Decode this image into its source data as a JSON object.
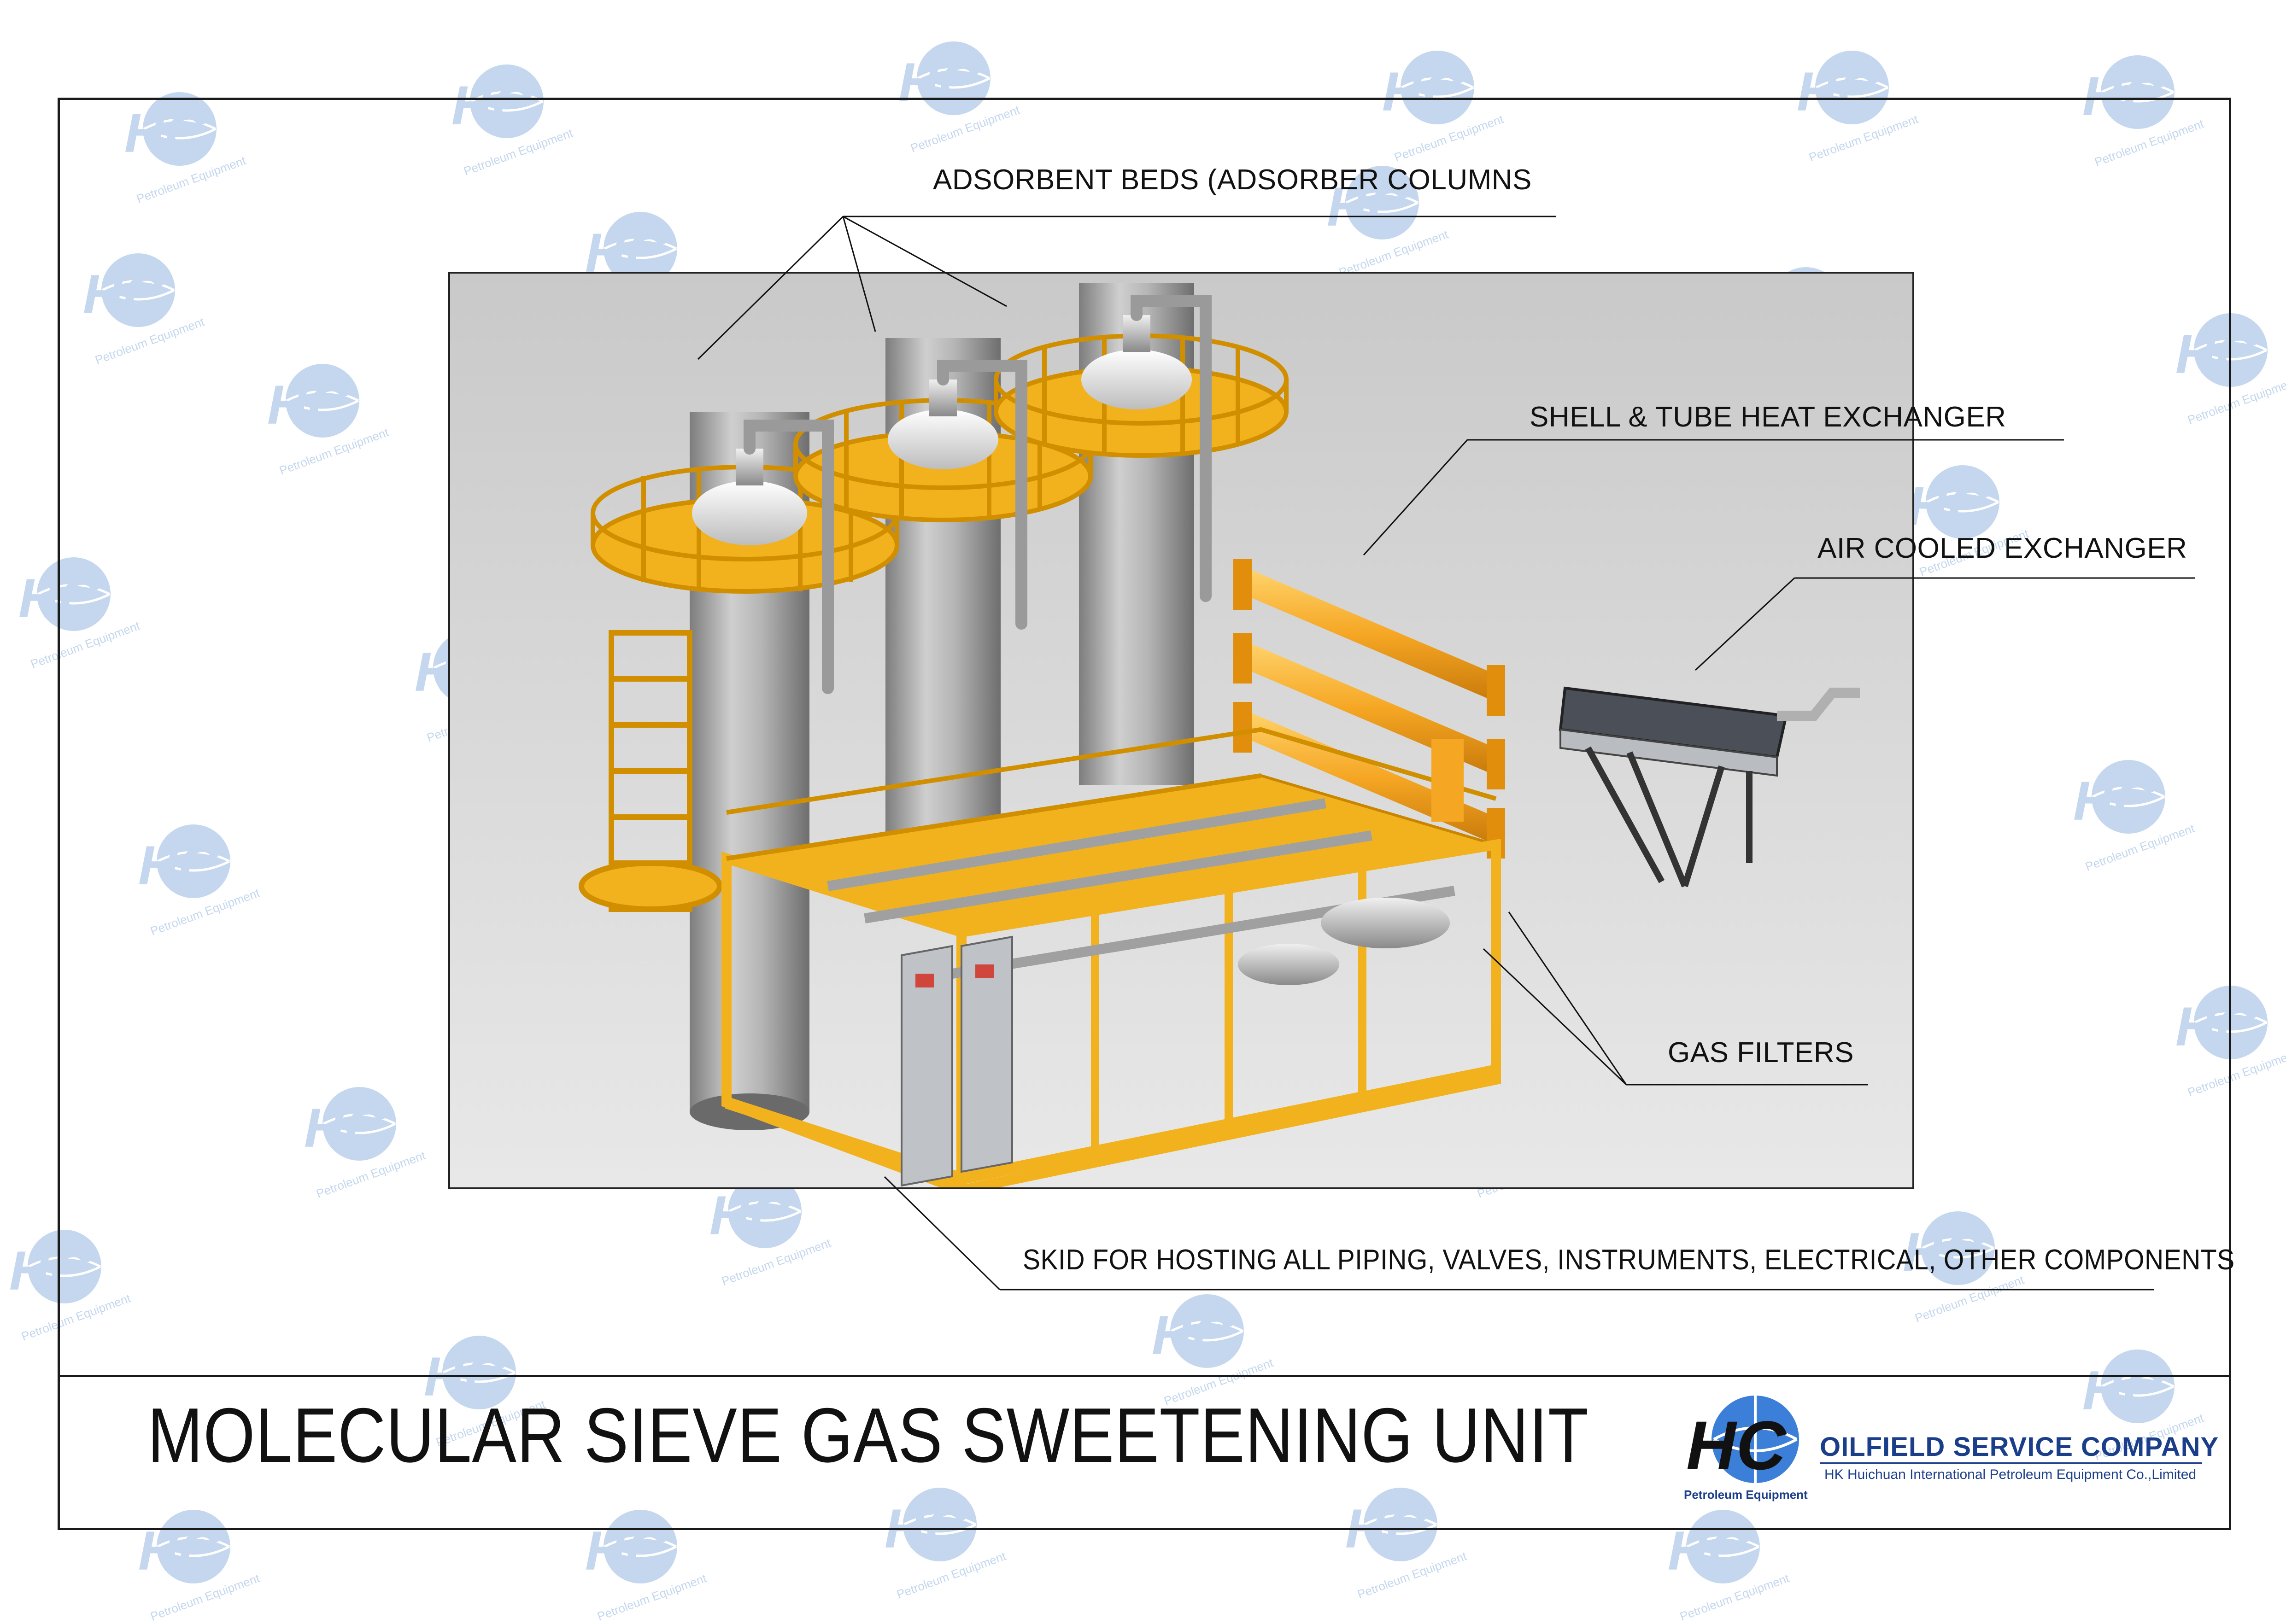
{
  "callouts": {
    "adsorbent_beds": "ADSORBENT BEDS (ADSORBER COLUMNS",
    "shell_tube": "SHELL & TUBE HEAT EXCHANGER",
    "air_cooled": "AIR COOLED EXCHANGER",
    "gas_filters": "GAS FILTERS",
    "skid": "SKID FOR HOSTING ALL PIPING, VALVES, INSTRUMENTS, ELECTRICAL, OTHER COMPONENTS"
  },
  "title": "MOLECULAR SIEVE GAS SWEETENING UNIT",
  "company": {
    "logo_caption": "Petroleum Equipment",
    "name": "OILFIELD SERVICE COMPANY",
    "subtitle": "HK Huichuan International Petroleum Equipment Co.,Limited"
  },
  "watermark": {
    "text": "Petroleum Equipment",
    "color": "#5a8fd0"
  },
  "colors": {
    "frame_yellow": "#f2b21e",
    "vessel_grey": "#a9a9a9",
    "exchanger_orange": "#f5a623",
    "brand_blue": "#1b3e8a"
  }
}
